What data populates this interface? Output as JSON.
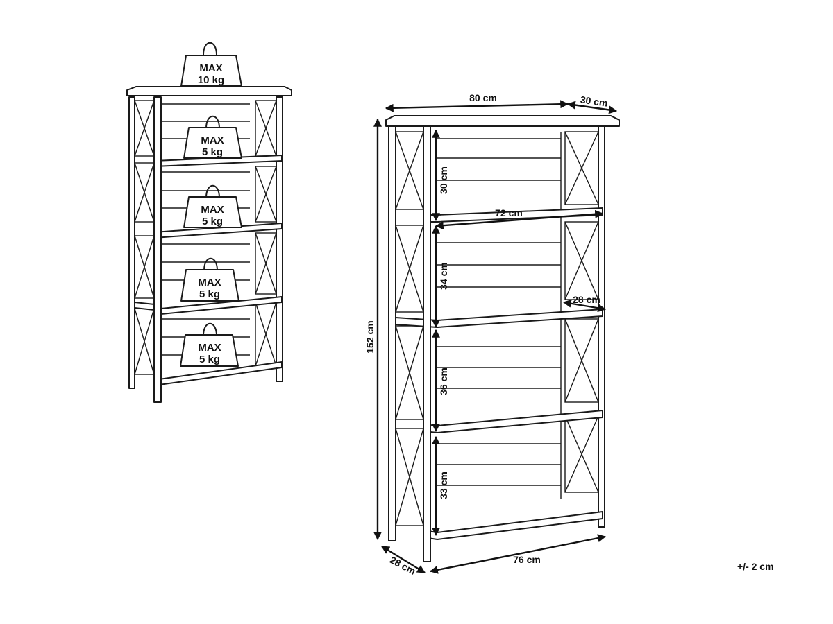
{
  "weights": [
    {
      "line1": "MAX",
      "line2": "10 kg"
    },
    {
      "line1": "MAX",
      "line2": "5 kg"
    },
    {
      "line1": "MAX",
      "line2": "5 kg"
    },
    {
      "line1": "MAX",
      "line2": "5 kg"
    },
    {
      "line1": "MAX",
      "line2": "5 kg"
    }
  ],
  "dimensions": {
    "top_width": "80 cm",
    "top_depth": "30 cm",
    "total_height": "152 cm",
    "shelf_gap_1": "30 cm",
    "inner_width": "72 cm",
    "shelf_gap_2": "34 cm",
    "shelf_depth": "28 cm",
    "shelf_gap_3": "36 cm",
    "shelf_gap_4": "33 cm",
    "base_depth": "28 cm",
    "base_width": "76 cm"
  },
  "tolerance": "+/- 2 cm"
}
